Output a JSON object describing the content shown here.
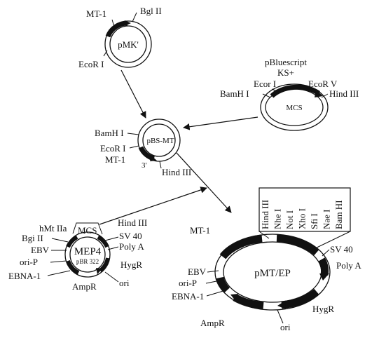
{
  "pmk": {
    "name": "pMK'",
    "labels": {
      "mt1": "MT-1",
      "bgl2": "Bgl II",
      "ecor1": "EcoR I"
    }
  },
  "pbluescript": {
    "title_line1": "pBluescript",
    "title_line2": "KS+",
    "mcs": "MCS",
    "labels": {
      "ecor1": "Ecor I",
      "ecor5": "EcoR V",
      "bamh1": "BamH I",
      "hind3": "Hind III"
    }
  },
  "pbsmt": {
    "name": "pBS-MT",
    "labels": {
      "bamh1": "BamH I",
      "ecor1": "EcoR I",
      "mt1": "MT-1",
      "three_prime": "3'",
      "hind3": "Hind III"
    }
  },
  "mep4": {
    "name": "MEP4",
    "sub": "pBR 322",
    "labels": {
      "hmt2a": "hMt IIa",
      "bgl2": "Bgi II",
      "ebv": "EBV",
      "orip": "ori-P",
      "ebna1": "EBNA-1",
      "ampr": "AmpR",
      "ori": "ori",
      "hygr": "HygR",
      "polya": "Poly A",
      "sv40": "SV 40",
      "mcs": "MCS",
      "hind3": "Hind III"
    }
  },
  "pmtep": {
    "name": "pMT/EP",
    "labels": {
      "mt1": "MT-1",
      "sv40": "SV 40",
      "polya": "Poly A",
      "ebv": "EBV",
      "orip": "ori-P",
      "ebna1": "EBNA-1",
      "ampr": "AmpR",
      "ori": "ori",
      "hygr": "HygR"
    },
    "polylinker": [
      "Hind III",
      "Nhe I",
      "Not I",
      "Xho I",
      "Sfi I",
      "Nae I",
      "Bam HI"
    ]
  }
}
